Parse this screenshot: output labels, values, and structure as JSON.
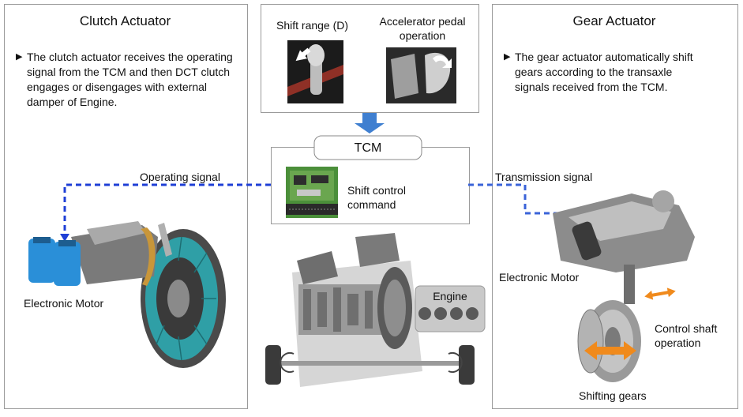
{
  "clutch": {
    "title": "Clutch Actuator",
    "description": "The clutch actuator receives the operating signal from the TCM and then DCT clutch engages or disengages with external damper of Engine.",
    "motor_label": "Electronic Motor"
  },
  "inputs": {
    "shift_range_label": "Shift range (D)",
    "accelerator_label": "Accelerator pedal operation"
  },
  "tcm": {
    "title": "TCM",
    "command_label": "Shift control command"
  },
  "signals": {
    "operating": "Operating signal",
    "transmission": "Transmission signal"
  },
  "engine_label": "Engine",
  "gear": {
    "title": "Gear Actuator",
    "description": "The gear actuator automatically shift gears according to the transaxle signals received from the TCM.",
    "motor_label": "Electronic Motor",
    "control_shaft_label": "Control shaft operation",
    "shifting_gears_label": "Shifting gears"
  },
  "colors": {
    "signal_blue": "#1f3fd6",
    "flow_arrow": "#3f7fd0",
    "motor_blue": "#2a8fd8",
    "orange_arrow": "#f08a1c",
    "clutch_teal": "#2f9fa6",
    "pcb_green": "#4b8f3a"
  }
}
